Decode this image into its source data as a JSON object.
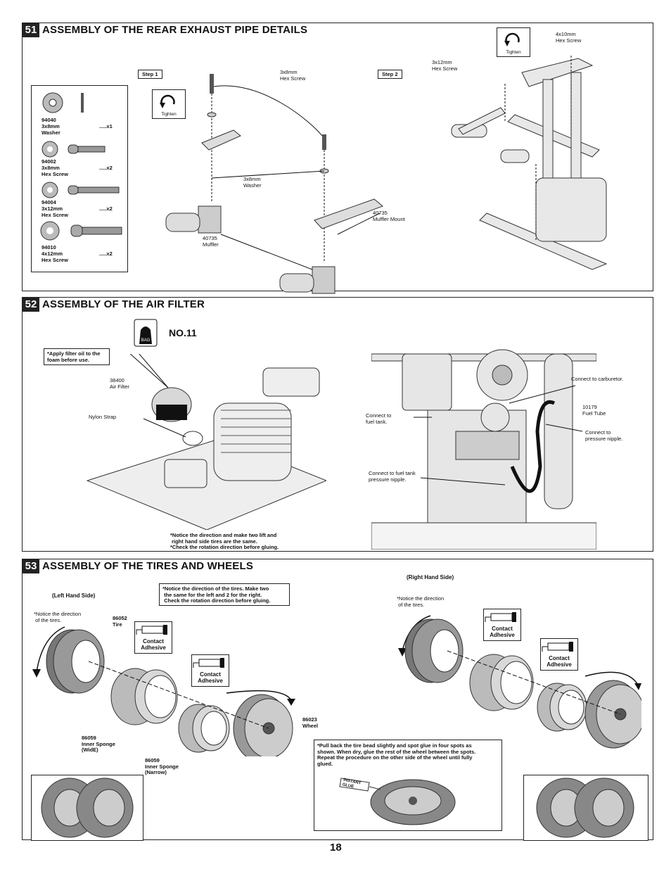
{
  "page_number": "18",
  "sections": {
    "s51": {
      "number": "51",
      "title": "ASSEMBLY OF THE REAR EXHAUST PIPE DETAILS",
      "step1": "Step 1",
      "step2": "Step 2",
      "tighten": "Tighten",
      "parts": [
        {
          "code": "94040",
          "name": "3x8mm\nWasher",
          "qty": ".....x1"
        },
        {
          "code": "94002",
          "name": "3x8mm\nHex Screw",
          "qty": ".....x2"
        },
        {
          "code": "94004",
          "name": "3x12mm\nHex Screw",
          "qty": ".....x2"
        },
        {
          "code": "94010",
          "name": "4x12mm\nHex Screw",
          "qty": ".....x2"
        }
      ],
      "labels": {
        "hex_screw_3x8": "3x8mm\nHex Screw",
        "washer_3x8": "3x8mm\nWasher",
        "muffler": "40735\nMuffler",
        "muffler_mount": "40735\nMuffler Mount",
        "hex_screw_3x12": "3x12mm\nHex Screw",
        "hex_screw_4x10": "4x10mm\nHex Screw"
      }
    },
    "s52": {
      "number": "52",
      "title": "ASSEMBLY OF THE AIR FILTER",
      "bag_label": "BAG",
      "bag_number": "NO.11",
      "note_filter_oil": "*Apply filter oil to the\nfoam before use.",
      "air_filter": "38400\nAir Filter",
      "nylon_strap": "Nylon Strap",
      "note_bottom": "*Notice the direction and make two lift and\n right hand side tires are the same.\n*Check the rotation direction before gluing.",
      "connect_carburetor": "Connect to carburetor.",
      "fuel_tube": "10179\nFuel Tube",
      "connect_fuel_tank": "Connect to\nfuel tank.",
      "connect_pressure_nipple": "Connect to\npressure nipple.",
      "connect_tank_pressure": "Connect to fuel tank\npressure nipple."
    },
    "s53": {
      "number": "53",
      "title": "ASSEMBLY OF THE TIRES AND WHEELS",
      "left_side": "(Left Hand Side)",
      "right_side": "(Right Hand Side)",
      "note_direction_tires": "*Notice the direction of the tires. Make two\n the same for the left and 2 for the right.\n Check the rotation direction before gluing.",
      "notice_direction_left": "*Notice the direction\n of the tires.",
      "notice_direction_right": "*Notice the direction\n of the tires.",
      "tire": "86052\nTire",
      "wheel": "86023\nWheel",
      "sponge_wide": "86059\nInner Sponge\n(WidE)",
      "sponge_narrow": "86059\nInner Sponge\n(Narrow)",
      "contact_adhesive": "Contact\nAdhesive",
      "instant_glue": "INSTANT\nGLUE",
      "glue_note": "*Pull back the tire bead slightly and spot glue in four spots as\nshown. When dry, glue the rest of the wheel between the spots.\nRepeat the procedure on the other side of the wheel until fully\nglued."
    }
  },
  "icons": [
    "tighten-icon",
    "bag-icon",
    "glue-tube-icon",
    "rotation-arrow-icon"
  ]
}
